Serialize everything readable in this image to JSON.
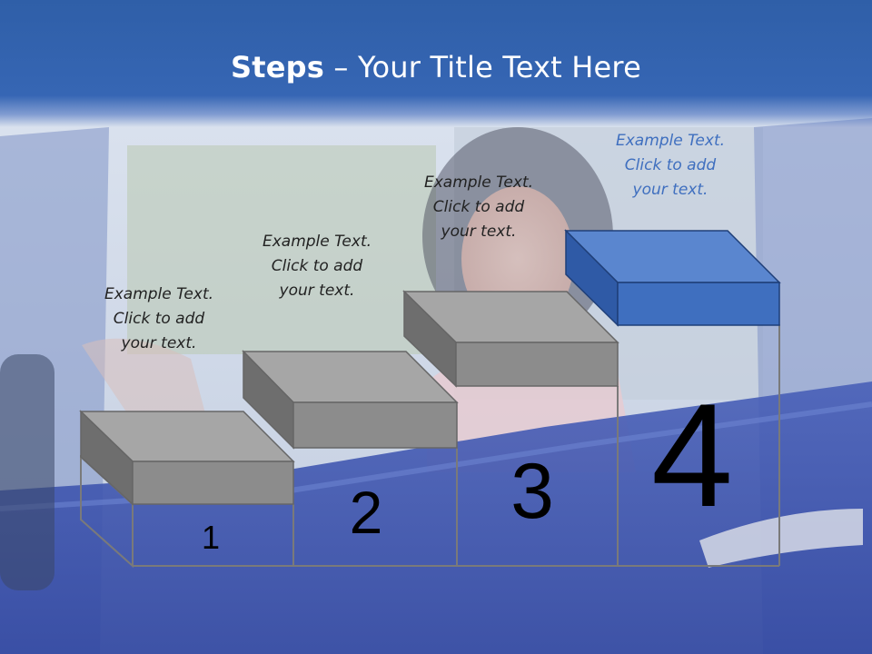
{
  "title": {
    "bold": "Steps",
    "rest": " – Your Title Text Here"
  },
  "steps": [
    {
      "number": "1",
      "caption": [
        "Example Text.",
        "Click  to add",
        "your text."
      ]
    },
    {
      "number": "2",
      "caption": [
        "Example Text.",
        "Click  to add",
        "your text."
      ]
    },
    {
      "number": "3",
      "caption": [
        "Example Text.",
        "Click  to add",
        "your text."
      ]
    },
    {
      "number": "4",
      "caption": [
        "Example Text.",
        "Click  to add",
        "your text."
      ]
    }
  ],
  "colors": {
    "title_bar": "#3366b2",
    "block_gray": "#8a8a8a",
    "block_blue": "#3f6fbf",
    "caption_highlight": "#3f6fbf"
  },
  "icons": {
    "background": "photo-woman-in-blue-car"
  }
}
